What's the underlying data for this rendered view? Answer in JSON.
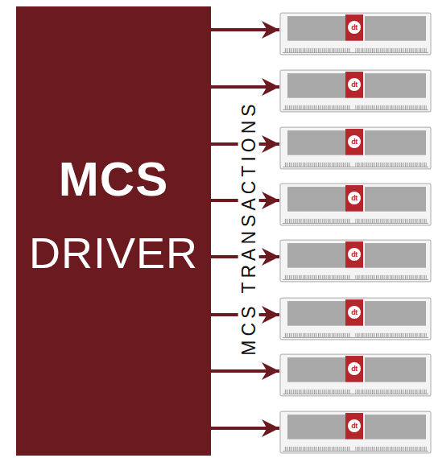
{
  "diagram": {
    "nodes": [
      {
        "text": [
          "MCS",
          "DRIVER"
        ]
      },
      {
        "text": [
          "dt"
        ]
      },
      {
        "text": [
          "dt"
        ]
      },
      {
        "text": [
          "dt"
        ]
      },
      {
        "text": [
          "dt"
        ]
      },
      {
        "text": [
          "dt"
        ]
      },
      {
        "text": [
          "dt"
        ]
      },
      {
        "text": [
          "dt"
        ]
      },
      {
        "text": [
          "dt"
        ]
      }
    ],
    "edges": [
      {
        "from": 0,
        "to": 1,
        "arrow": "to"
      },
      {
        "from": 0,
        "to": 2,
        "arrow": "to"
      },
      {
        "from": 0,
        "to": 3,
        "arrow": "to"
      },
      {
        "from": 0,
        "to": 4,
        "arrow": "to"
      },
      {
        "from": 0,
        "to": 5,
        "arrow": "to"
      },
      {
        "from": 0,
        "to": 6,
        "arrow": "to"
      },
      {
        "from": 0,
        "to": 7,
        "arrow": "to"
      },
      {
        "from": 0,
        "to": 8,
        "arrow": "to"
      }
    ],
    "labels": [
      "MCS TRANSACTIONS"
    ]
  }
}
